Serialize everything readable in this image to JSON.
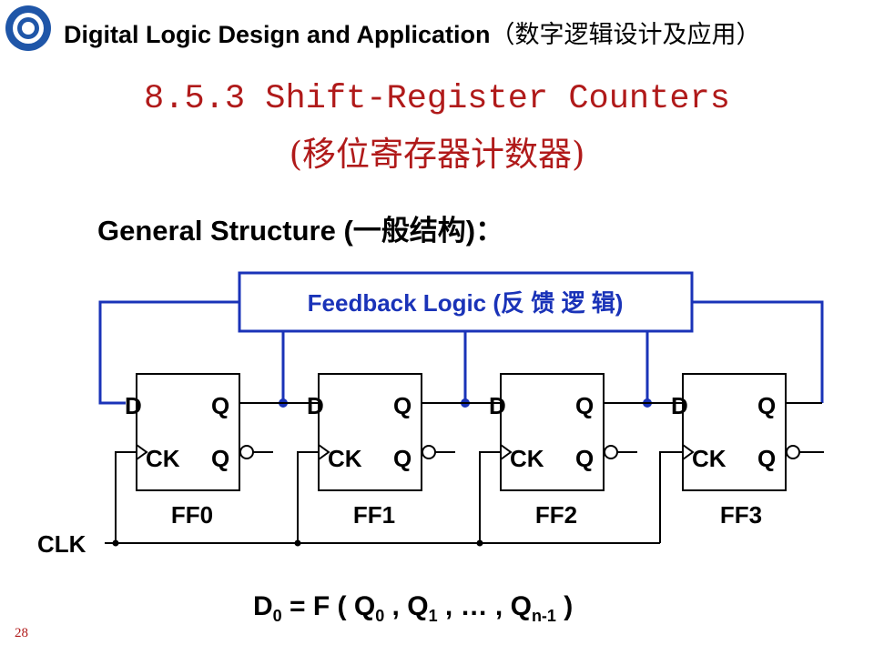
{
  "header": {
    "title_en": "Digital Logic Design and Application",
    "title_cn": "（数字逻辑设计及应用）"
  },
  "slide": {
    "title_line1": "8.5.3 Shift-Register Counters",
    "title_line2": "(移位寄存器计数器)",
    "section_heading": "General Structure (一般结构)：",
    "page_number": "28"
  },
  "diagram": {
    "feedback_label": "Feedback Logic (反 馈 逻 辑)",
    "clk_label": "CLK",
    "flip_flops": [
      {
        "name": "FF0",
        "d": "D",
        "q": "Q",
        "ck": "CK",
        "qn": "Q"
      },
      {
        "name": "FF1",
        "d": "D",
        "q": "Q",
        "ck": "CK",
        "qn": "Q"
      },
      {
        "name": "FF2",
        "d": "D",
        "q": "Q",
        "ck": "CK",
        "qn": "Q"
      },
      {
        "name": "FF3",
        "d": "D",
        "q": "Q",
        "ck": "CK",
        "qn": "Q"
      }
    ],
    "colors": {
      "feedback": "#1a33b8",
      "title": "#b01a1a"
    }
  },
  "equation": {
    "lhs": "D",
    "lhs_sub": "0",
    "middle": " = F ( Q",
    "s0": "0",
    "sep1": " , Q",
    "s1": "1",
    "sep2": " , … , Q",
    "sn": "n-1",
    "end": " )"
  }
}
